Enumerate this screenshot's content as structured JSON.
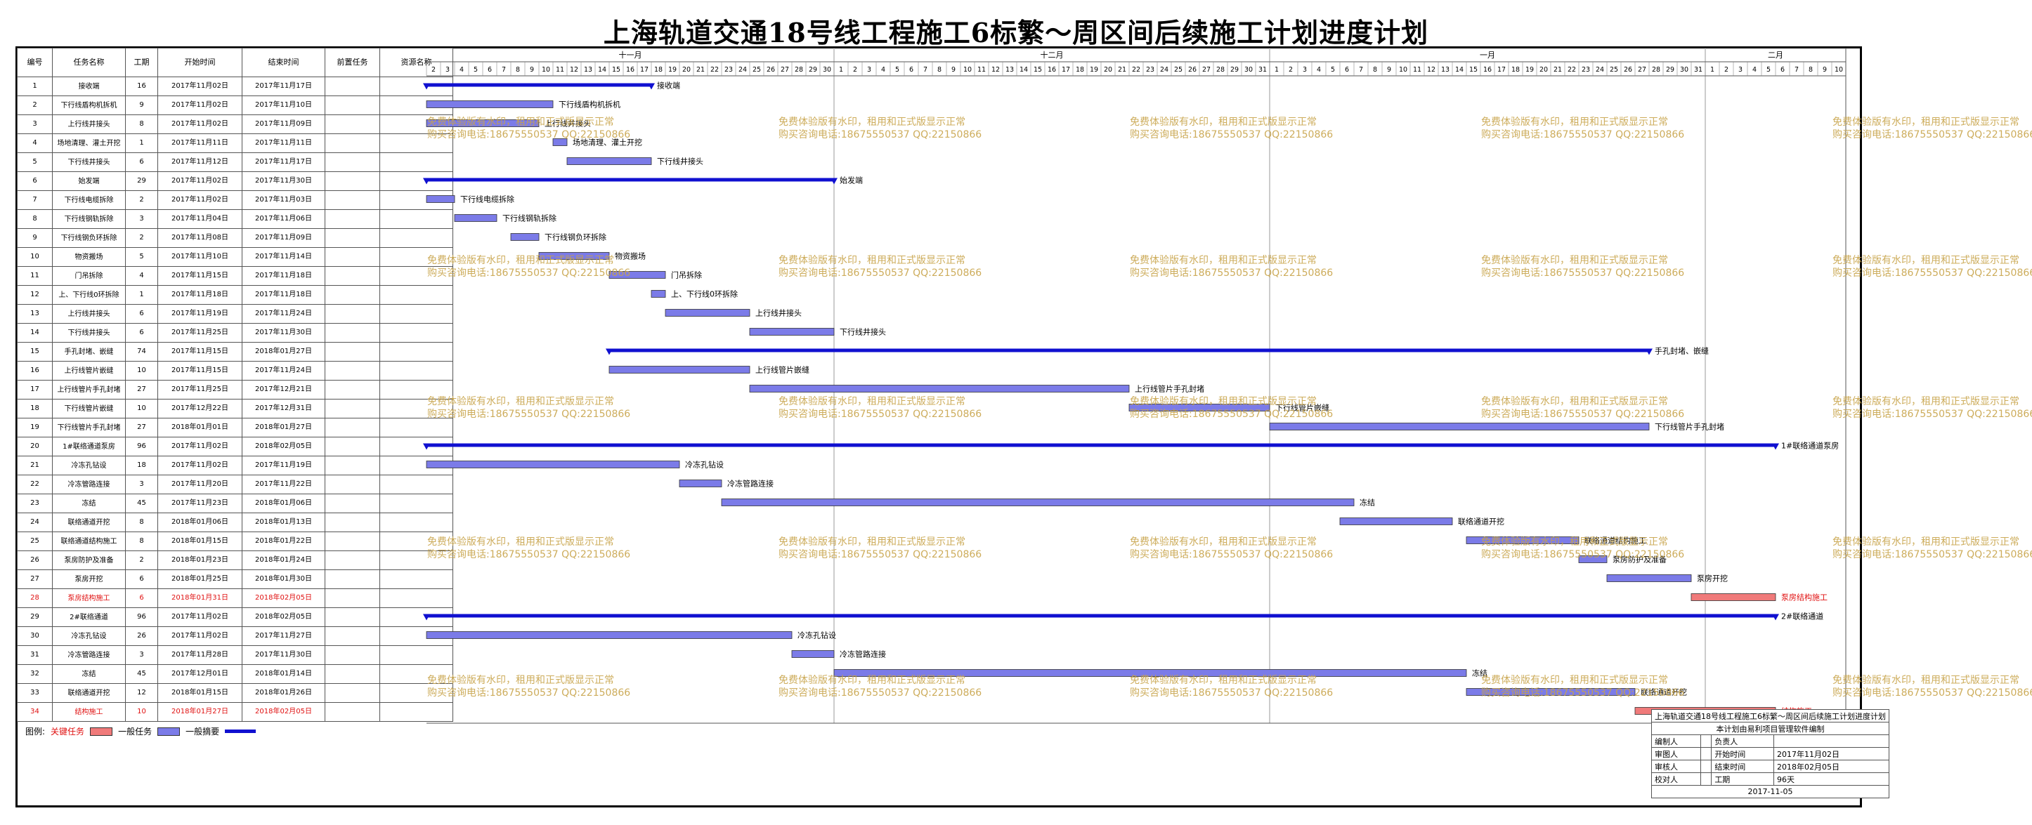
{
  "title": "上海轨道交通18号线工程施工6标繁～周区间后续施工计划进度计划",
  "columns": [
    "编号",
    "任务名称",
    "工期",
    "开始时间",
    "结束时间",
    "前置任务",
    "资源名称"
  ],
  "months": [
    {
      "label": "十一月"
    },
    {
      "label": "十二月"
    },
    {
      "label": "一月"
    },
    {
      "label": "二月"
    }
  ],
  "day_labels": [
    "2",
    "3",
    "4",
    "5",
    "6",
    "7",
    "8",
    "9",
    "10",
    "11",
    "12",
    "13",
    "14",
    "15",
    "16",
    "17",
    "18",
    "19",
    "20",
    "21",
    "22",
    "23",
    "24",
    "25",
    "26",
    "27",
    "28",
    "29",
    "30",
    "1",
    "2",
    "3",
    "4",
    "5",
    "6",
    "7",
    "8",
    "9",
    "10",
    "11",
    "12",
    "13",
    "14",
    "15",
    "16",
    "17",
    "18",
    "19",
    "20",
    "21",
    "22",
    "23",
    "24",
    "25",
    "26",
    "27",
    "28",
    "29",
    "30",
    "31",
    "1",
    "2",
    "3",
    "4",
    "5",
    "6",
    "7",
    "8",
    "9",
    "10",
    "11",
    "12",
    "13",
    "14",
    "15",
    "16",
    "17",
    "18",
    "19",
    "20",
    "21",
    "22",
    "23",
    "24",
    "25",
    "26",
    "27",
    "28",
    "29",
    "30",
    "31",
    "1",
    "2",
    "3",
    "4",
    "5",
    "6",
    "7",
    "8",
    "9",
    "10"
  ],
  "chart_data": {
    "type": "gantt",
    "tasks": [
      {
        "id": "1",
        "name": "接收端",
        "duration": "16",
        "start": "2017年11月02日",
        "end": "2017年11月17日",
        "type": "summary",
        "bar_label": "接收端"
      },
      {
        "id": "2",
        "name": "下行线盾构机拆机",
        "duration": "9",
        "start": "2017年11月02日",
        "end": "2017年11月10日",
        "type": "normal",
        "bar_label": "下行线盾构机拆机"
      },
      {
        "id": "3",
        "name": "上行线井接头",
        "duration": "8",
        "start": "2017年11月02日",
        "end": "2017年11月09日",
        "type": "normal",
        "bar_label": "上行线井接头"
      },
      {
        "id": "4",
        "name": "场地清理、灌土开挖",
        "duration": "1",
        "start": "2017年11月11日",
        "end": "2017年11月11日",
        "type": "normal",
        "bar_label": "场地清理、灌土开挖"
      },
      {
        "id": "5",
        "name": "下行线井接头",
        "duration": "6",
        "start": "2017年11月12日",
        "end": "2017年11月17日",
        "type": "normal",
        "bar_label": "下行线井接头"
      },
      {
        "id": "6",
        "name": "始发端",
        "duration": "29",
        "start": "2017年11月02日",
        "end": "2017年11月30日",
        "type": "summary",
        "bar_label": "始发端"
      },
      {
        "id": "7",
        "name": "下行线电缆拆除",
        "duration": "2",
        "start": "2017年11月02日",
        "end": "2017年11月03日",
        "type": "normal",
        "bar_label": "下行线电缆拆除"
      },
      {
        "id": "8",
        "name": "下行线钢轨拆除",
        "duration": "3",
        "start": "2017年11月04日",
        "end": "2017年11月06日",
        "type": "normal",
        "bar_label": "下行线钢轨拆除"
      },
      {
        "id": "9",
        "name": "下行线钢负环拆除",
        "duration": "2",
        "start": "2017年11月08日",
        "end": "2017年11月09日",
        "type": "normal",
        "bar_label": "下行线钢负环拆除"
      },
      {
        "id": "10",
        "name": "物资搬场",
        "duration": "5",
        "start": "2017年11月10日",
        "end": "2017年11月14日",
        "type": "normal",
        "bar_label": "物资搬场"
      },
      {
        "id": "11",
        "name": "门吊拆除",
        "duration": "4",
        "start": "2017年11月15日",
        "end": "2017年11月18日",
        "type": "normal",
        "bar_label": "门吊拆除"
      },
      {
        "id": "12",
        "name": "上、下行线0环拆除",
        "duration": "1",
        "start": "2017年11月18日",
        "end": "2017年11月18日",
        "type": "normal",
        "bar_label": "上、下行线0环拆除"
      },
      {
        "id": "13",
        "name": "上行线井接头",
        "duration": "6",
        "start": "2017年11月19日",
        "end": "2017年11月24日",
        "type": "normal",
        "bar_label": "上行线井接头"
      },
      {
        "id": "14",
        "name": "下行线井接头",
        "duration": "6",
        "start": "2017年11月25日",
        "end": "2017年11月30日",
        "type": "normal",
        "bar_label": "下行线井接头"
      },
      {
        "id": "15",
        "name": "手孔封堵、嵌缝",
        "duration": "74",
        "start": "2017年11月15日",
        "end": "2018年01月27日",
        "type": "summary",
        "bar_label": "手孔封堵、嵌缝"
      },
      {
        "id": "16",
        "name": "上行线管片嵌缝",
        "duration": "10",
        "start": "2017年11月15日",
        "end": "2017年11月24日",
        "type": "normal",
        "bar_label": "上行线管片嵌缝"
      },
      {
        "id": "17",
        "name": "上行线管片手孔封堵",
        "duration": "27",
        "start": "2017年11月25日",
        "end": "2017年12月21日",
        "type": "normal",
        "bar_label": "上行线管片手孔封堵"
      },
      {
        "id": "18",
        "name": "下行线管片嵌缝",
        "duration": "10",
        "start": "2017年12月22日",
        "end": "2017年12月31日",
        "type": "normal",
        "bar_label": "下行线管片嵌缝"
      },
      {
        "id": "19",
        "name": "下行线管片手孔封堵",
        "duration": "27",
        "start": "2018年01月01日",
        "end": "2018年01月27日",
        "type": "normal",
        "bar_label": "下行线管片手孔封堵"
      },
      {
        "id": "20",
        "name": "1#联络通道泵房",
        "duration": "96",
        "start": "2017年11月02日",
        "end": "2018年02月05日",
        "type": "summary",
        "bar_label": "1#联络通道泵房"
      },
      {
        "id": "21",
        "name": "冷冻孔钻设",
        "duration": "18",
        "start": "2017年11月02日",
        "end": "2017年11月19日",
        "type": "normal",
        "bar_label": "冷冻孔钻设"
      },
      {
        "id": "22",
        "name": "冷冻管路连接",
        "duration": "3",
        "start": "2017年11月20日",
        "end": "2017年11月22日",
        "type": "normal",
        "bar_label": "冷冻管路连接"
      },
      {
        "id": "23",
        "name": "冻结",
        "duration": "45",
        "start": "2017年11月23日",
        "end": "2018年01月06日",
        "type": "normal",
        "bar_label": "冻结"
      },
      {
        "id": "24",
        "name": "联络通道开挖",
        "duration": "8",
        "start": "2018年01月06日",
        "end": "2018年01月13日",
        "type": "normal",
        "bar_label": "联络通道开挖"
      },
      {
        "id": "25",
        "name": "联络通道结构施工",
        "duration": "8",
        "start": "2018年01月15日",
        "end": "2018年01月22日",
        "type": "normal",
        "bar_label": "联络通道结构施工"
      },
      {
        "id": "26",
        "name": "泵房防护及准备",
        "duration": "2",
        "start": "2018年01月23日",
        "end": "2018年01月24日",
        "type": "normal",
        "bar_label": "泵房防护及准备"
      },
      {
        "id": "27",
        "name": "泵房开挖",
        "duration": "6",
        "start": "2018年01月25日",
        "end": "2018年01月30日",
        "type": "normal",
        "bar_label": "泵房开挖"
      },
      {
        "id": "28",
        "name": "泵房结构施工",
        "duration": "6",
        "start": "2018年01月31日",
        "end": "2018年02月05日",
        "type": "critical",
        "bar_label": "泵房结构施工"
      },
      {
        "id": "29",
        "name": "2#联络通道",
        "duration": "96",
        "start": "2017年11月02日",
        "end": "2018年02月05日",
        "type": "summary",
        "bar_label": "2#联络通道"
      },
      {
        "id": "30",
        "name": "冷冻孔钻设",
        "duration": "26",
        "start": "2017年11月02日",
        "end": "2017年11月27日",
        "type": "normal",
        "bar_label": "冷冻孔钻设"
      },
      {
        "id": "31",
        "name": "冷冻管路连接",
        "duration": "3",
        "start": "2017年11月28日",
        "end": "2017年11月30日",
        "type": "normal",
        "bar_label": "冷冻管路连接"
      },
      {
        "id": "32",
        "name": "冻结",
        "duration": "45",
        "start": "2017年12月01日",
        "end": "2018年01月14日",
        "type": "normal",
        "bar_label": "冻结"
      },
      {
        "id": "33",
        "name": "联络通道开挖",
        "duration": "12",
        "start": "2018年01月15日",
        "end": "2018年01月26日",
        "type": "normal",
        "bar_label": "联络通道开挖"
      },
      {
        "id": "34",
        "name": "结构施工",
        "duration": "10",
        "start": "2018年01月27日",
        "end": "2018年02月05日",
        "type": "critical",
        "bar_label": "结构施工"
      }
    ]
  },
  "legend": {
    "label": "图例:",
    "critical": "关键任务",
    "normal": "一般任务",
    "summary": "一般摘要"
  },
  "title_block": {
    "project": "上海轨道交通18号线工程施工6标繁～周区间后续施工计划进度计划",
    "software": "本计划由易利项目管理软件编制",
    "rows": [
      [
        "编制人",
        "",
        "负责人",
        ""
      ],
      [
        "审图人",
        "",
        "开始时间",
        "2017年11月02日"
      ],
      [
        "审核人",
        "",
        "结束时间",
        "2018年02月05日"
      ],
      [
        "校对人",
        "",
        "工期",
        "96天"
      ]
    ],
    "date": "2017-11-05"
  },
  "watermark": {
    "line1": "免费体验版有水印，租用和正式版显示正常",
    "line2": "购买咨询电话:18675550537 QQ:22150866"
  },
  "colors": {
    "summary": "#1010d0",
    "normal": "#7b7be8",
    "critical": "#f07a7a",
    "critical_text": "#e01010",
    "watermark": "#c8a44a"
  }
}
